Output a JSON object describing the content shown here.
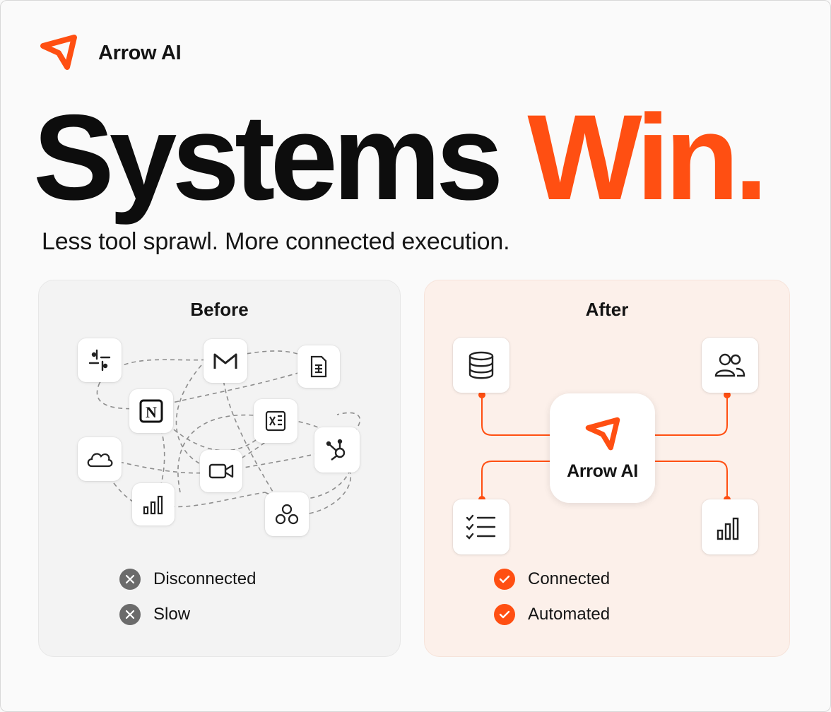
{
  "brand": {
    "name": "Arrow AI",
    "icon": "arrow-logo-icon"
  },
  "headline": {
    "word1": "Systems",
    "word2": "Win."
  },
  "subtitle": "Less tool sprawl. More connected execution.",
  "colors": {
    "accent": "#ff4f12",
    "dark": "#0d0d0d",
    "muted": "#6b6b6b"
  },
  "before": {
    "title": "Before",
    "icons": [
      "slack-icon",
      "gmail-icon",
      "document-icon",
      "notion-icon",
      "excel-icon",
      "hubspot-icon",
      "cloud-icon",
      "video-icon",
      "bar-chart-icon",
      "circles-icon"
    ],
    "statuses": [
      {
        "label": "Disconnected",
        "icon": "x-circle-icon"
      },
      {
        "label": "Slow",
        "icon": "x-circle-icon"
      }
    ]
  },
  "after": {
    "title": "After",
    "hub_label": "Arrow AI",
    "icons": [
      "database-icon",
      "users-icon",
      "checklist-icon",
      "bar-chart-icon"
    ],
    "statuses": [
      {
        "label": "Connected",
        "icon": "check-circle-icon"
      },
      {
        "label": "Automated",
        "icon": "check-circle-icon"
      }
    ]
  }
}
